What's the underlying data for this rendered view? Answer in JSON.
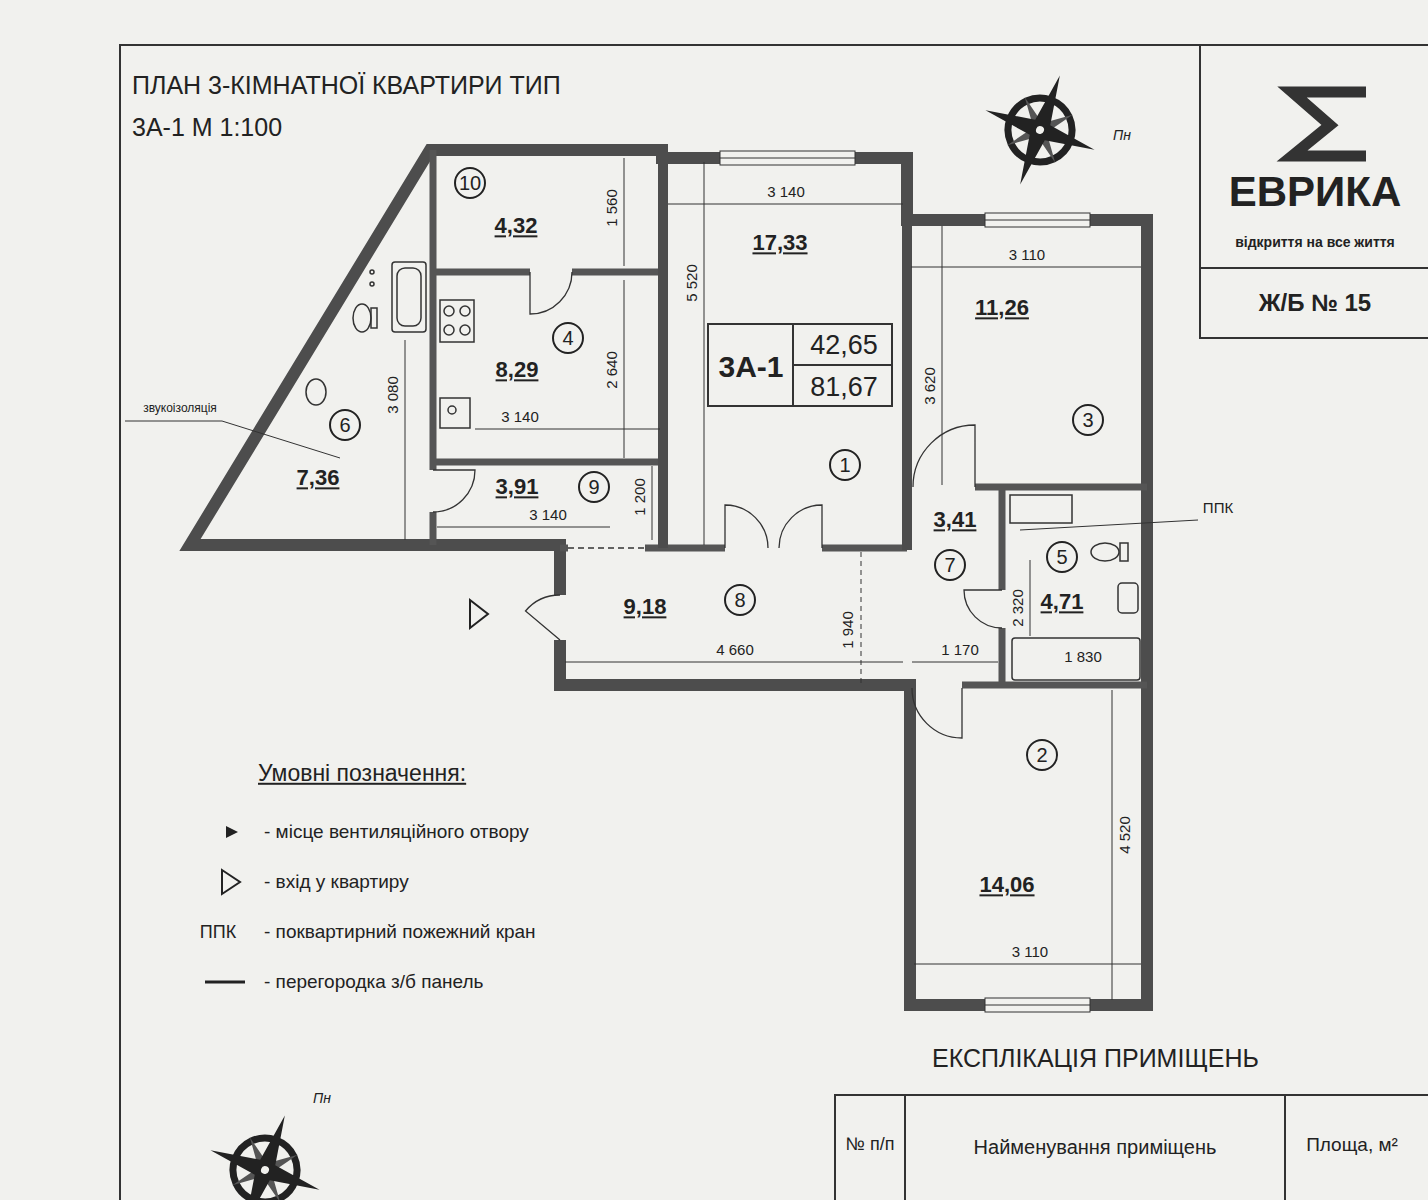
{
  "diagram": {
    "title": "ПЛАН 3-КІМНАТНОЇ КВАРТИРИ ТИП 3А-1 М 1:100",
    "nodes": [
      {
        "text": [
          "10",
          "4,32"
        ]
      },
      {
        "text": [
          "17,33",
          "1"
        ]
      },
      {
        "text": [
          "3А-1",
          "42,65",
          "81,67"
        ],
        "in": 1
      },
      {
        "text": [
          "11,26",
          "3"
        ]
      },
      {
        "text": [
          "6",
          "7,36"
        ]
      },
      {
        "text": [
          "4",
          "8,29"
        ]
      },
      {
        "text": [
          "3,91",
          "9"
        ]
      },
      {
        "text": [
          "3,41",
          "7"
        ]
      },
      {
        "text": [
          "5",
          "4,71"
        ]
      },
      {
        "text": [
          "9,18",
          "8"
        ]
      },
      {
        "text": [
          "2",
          "14,06"
        ]
      },
      {
        "text": [
          "ЕВРИКА",
          "відкриття на все життя"
        ]
      },
      {
        "text": [
          "Ж/Б № 15"
        ]
      }
    ],
    "labels": [
      "звукоізоляція",
      "1 560",
      "2 640",
      "3 140",
      "3 080",
      "3 140",
      "1 200",
      "3 140",
      "5 520",
      "3 110",
      "3 620",
      "ППК",
      "4 660",
      "1 940",
      "1 170",
      "2 320",
      "1 830",
      "4 520",
      "3 110",
      "Пн",
      "Умовні позначення:",
      "ППК",
      "ЕКСПЛІКАЦІЯ ПРИМІЩЕНЬ",
      "№ п/п",
      "Найменування приміщень",
      "Площа, м²",
      "Пн"
    ],
    "legend": [
      {
        "text": "- місце вентиляційного отвору"
      },
      {
        "text": "- вхід у квартиру"
      },
      {
        "text": "- поквартирний пожежний кран"
      },
      {
        "text": "- перегородка з/б панель"
      }
    ]
  }
}
